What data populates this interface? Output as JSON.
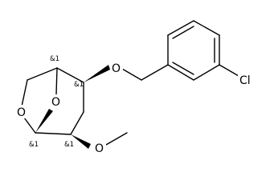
{
  "molecule": {
    "atoms": {
      "o_ring": "O",
      "o_bridge": "O",
      "o_benzyl": "O",
      "o_methoxy": "O",
      "cl": "Cl"
    },
    "stereo_labels": [
      "&1",
      "&1",
      "&1",
      "&1"
    ]
  }
}
